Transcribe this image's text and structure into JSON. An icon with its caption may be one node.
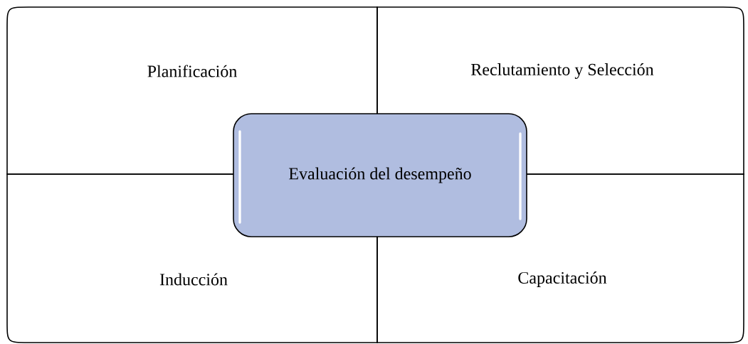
{
  "diagram": {
    "nodes": [
      {
        "text": [
          "Planificación"
        ]
      },
      {
        "text": [
          "Reclutamiento y Selección"
        ]
      },
      {
        "text": [
          "Inducción"
        ]
      },
      {
        "text": [
          "Capacitación"
        ]
      },
      {
        "text": [
          "Evaluación del desempeño"
        ]
      }
    ]
  }
}
